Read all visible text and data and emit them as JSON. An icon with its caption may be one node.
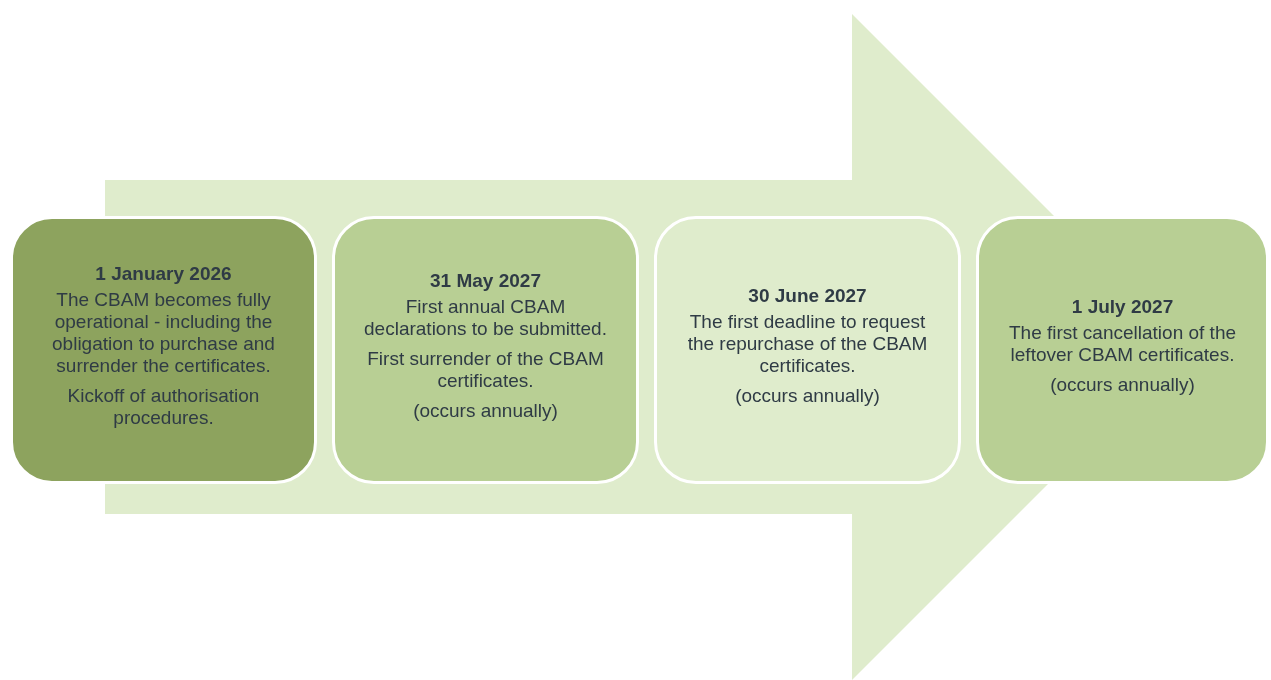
{
  "diagram": {
    "nodes": [
      {
        "text": [
          "1 January 2026",
          "The CBAM becomes fully operational - including the obligation to purchase and surrender the certificates.",
          "Kickoff of authorisation procedures."
        ]
      },
      {
        "text": [
          "31 May 2027",
          "First annual CBAM declarations to be submitted.",
          "First surrender of the CBAM certificates.",
          "(occurs annually)"
        ]
      },
      {
        "text": [
          "30 June 2027",
          "The first deadline to request the repurchase of the CBAM certificates.",
          "(occurs annually)"
        ]
      },
      {
        "text": [
          "1 July 2027",
          "The first cancellation of the leftover CBAM certificates.",
          "(occurs annually)"
        ]
      }
    ],
    "edges": [
      {
        "from": 0,
        "to": 3,
        "arrow": "to",
        "style": "thick"
      }
    ]
  }
}
